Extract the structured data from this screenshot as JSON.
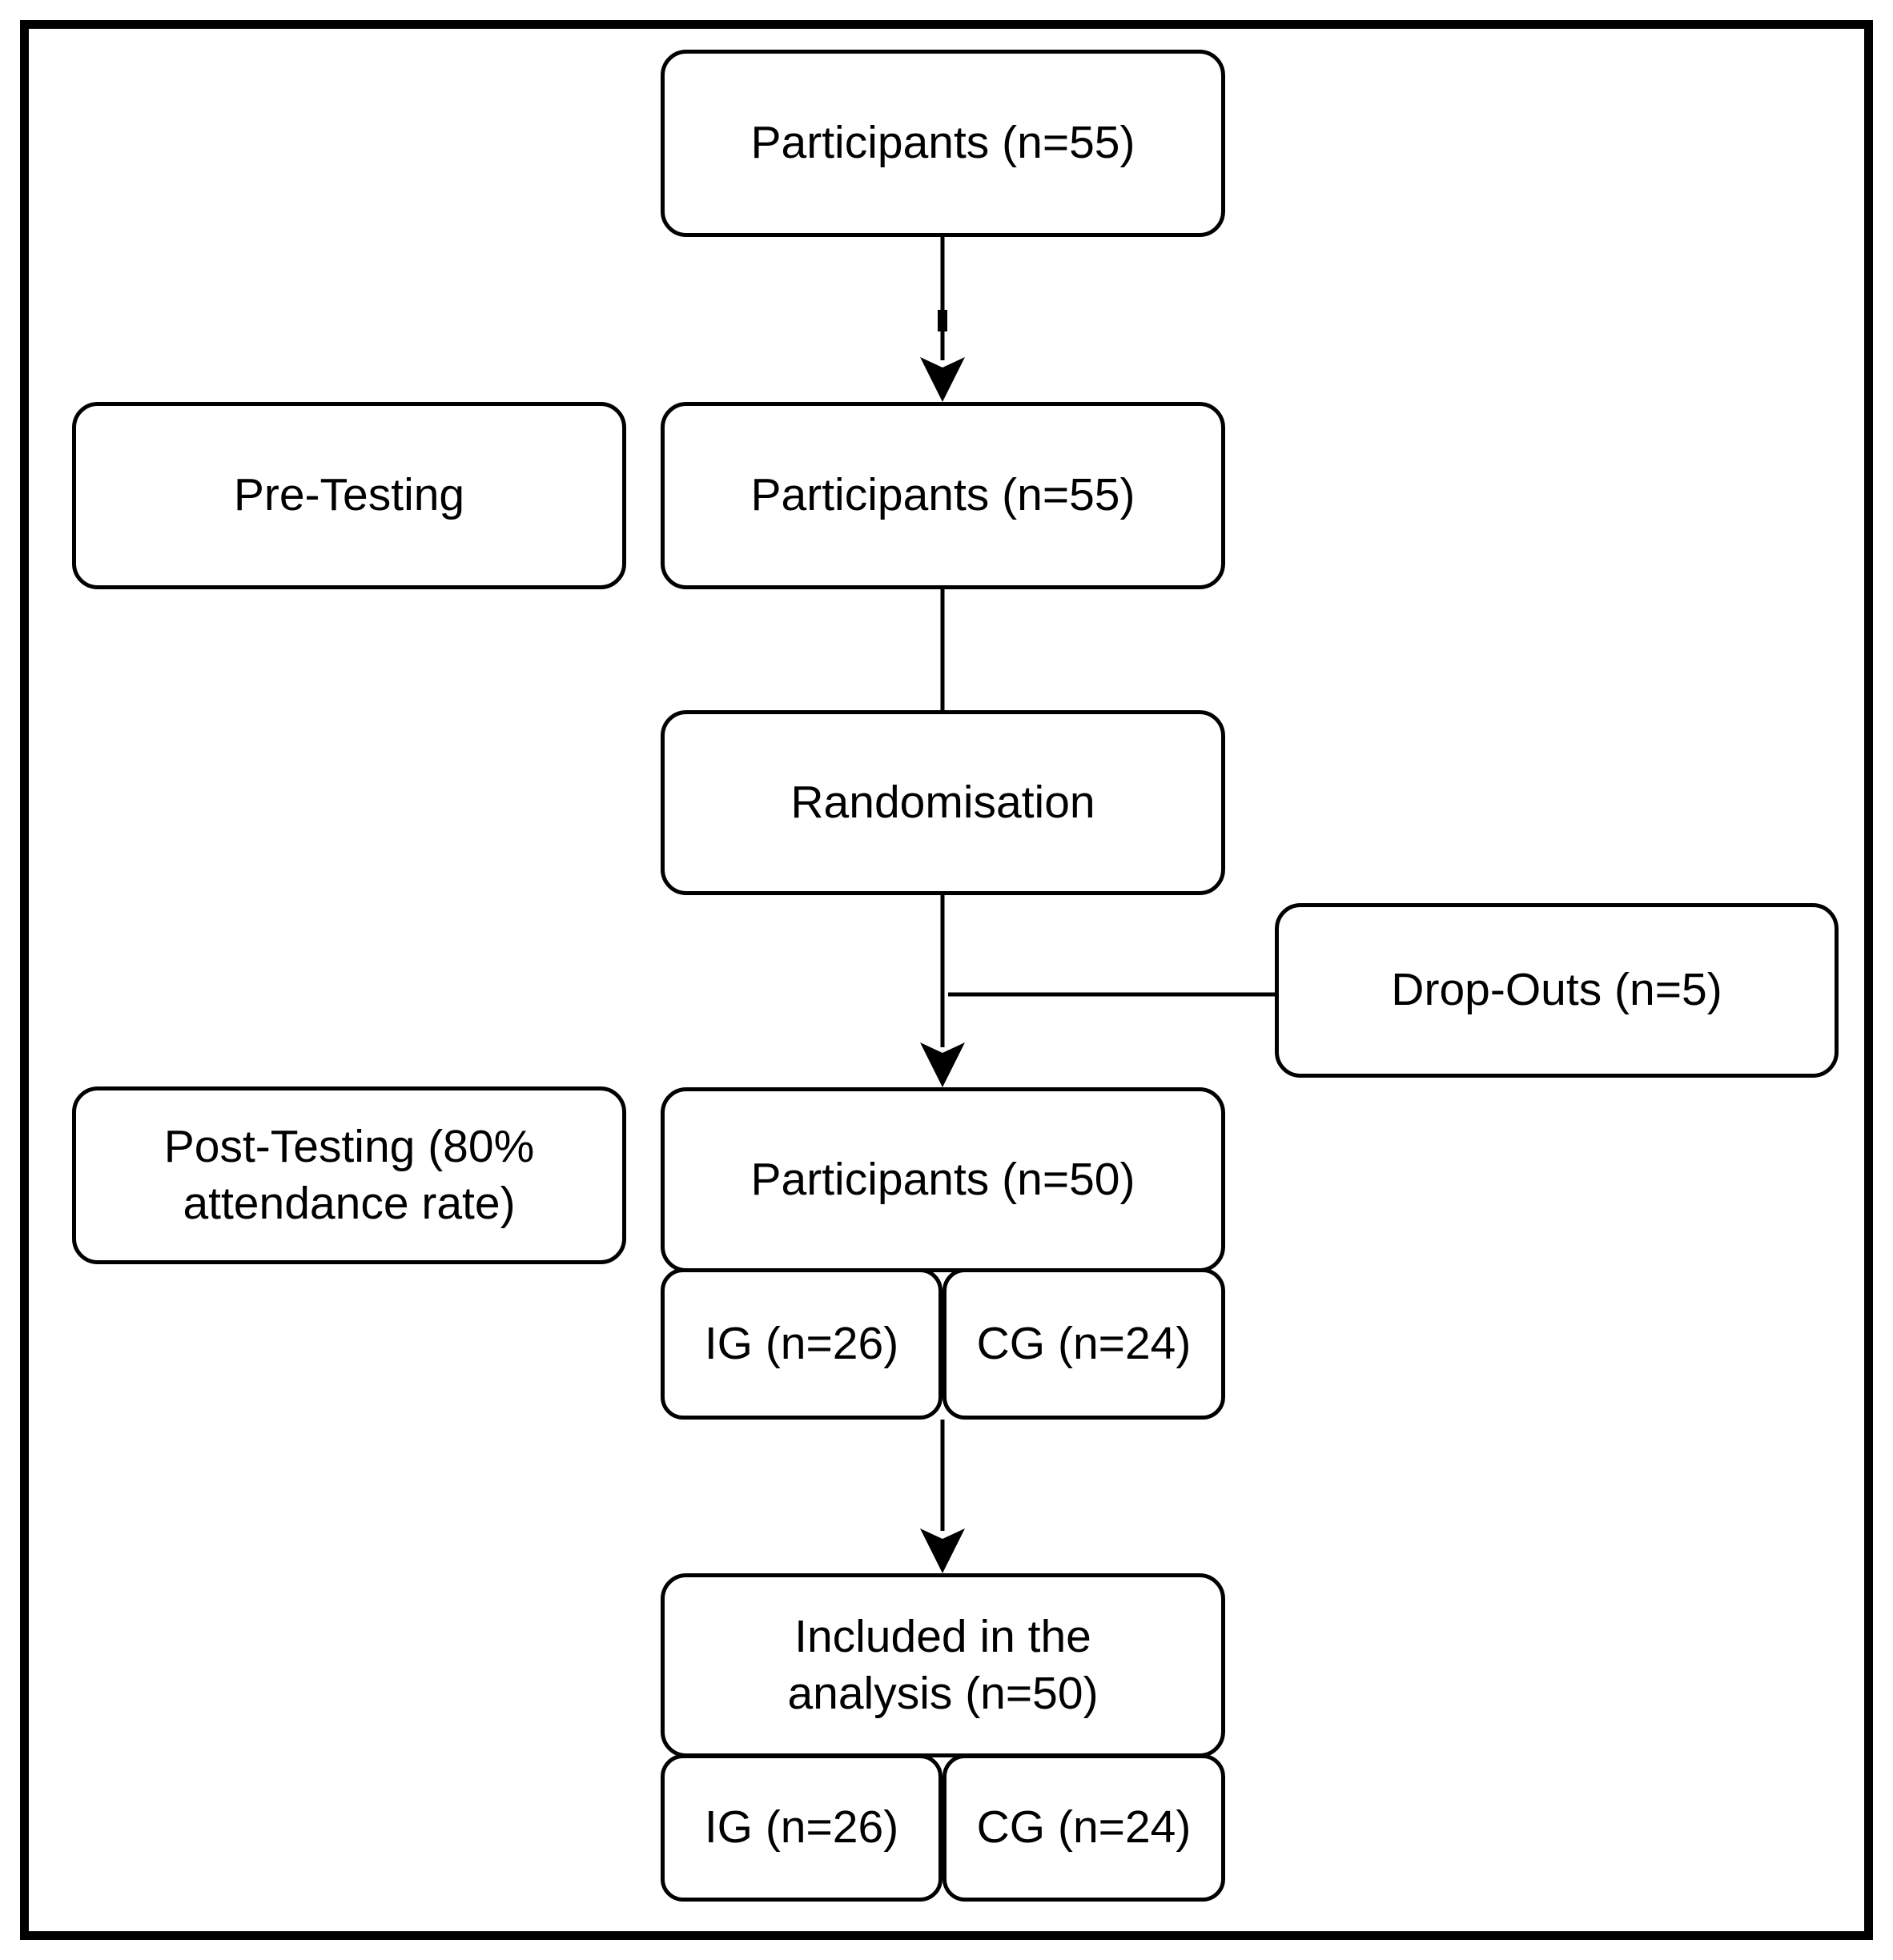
{
  "diagram": {
    "nodes": {
      "enrolled": {
        "label": "Participants (n=55)"
      },
      "pre_testing": {
        "label": "Pre-Testing"
      },
      "pretest_participants": {
        "label": "Participants (n=55)"
      },
      "randomisation": {
        "label": "Randomisation"
      },
      "drop_outs": {
        "label": "Drop-Outs (n=5)"
      },
      "post_testing": {
        "label": "Post-Testing (80% attendance rate)"
      },
      "posttest_participants": {
        "label": "Participants (n=50)"
      },
      "posttest_ig": {
        "label": "IG (n=26)"
      },
      "posttest_cg": {
        "label": "CG (n=24)"
      },
      "included": {
        "label": "Included in the analysis (n=50)"
      },
      "analysis_ig": {
        "label": "IG (n=26)"
      },
      "analysis_cg": {
        "label": "CG (n=24)"
      }
    },
    "colors": {
      "stroke": "#000000",
      "fill": "#ffffff",
      "text": "#000000"
    }
  }
}
